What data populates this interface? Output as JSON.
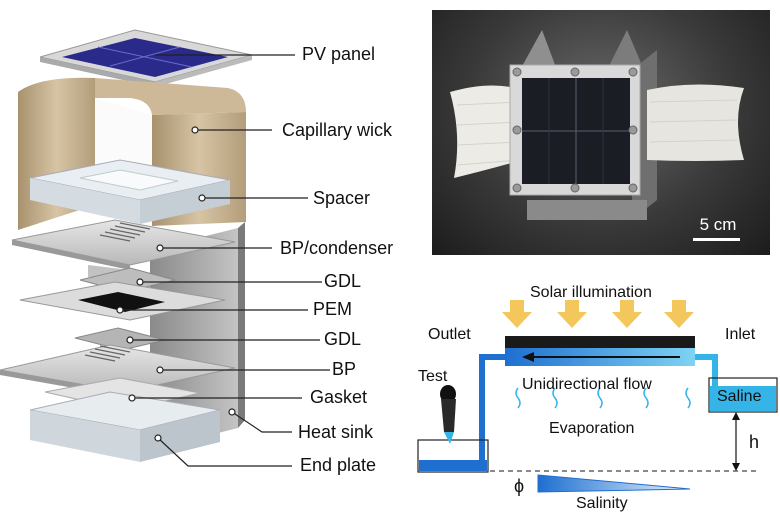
{
  "layer_labels": [
    "PV panel",
    "Capillary wick",
    "Spacer",
    "BP/condenser",
    "GDL",
    "PEM",
    "GDL",
    "BP",
    "Gasket",
    "Heat sink",
    "End plate"
  ],
  "photo": {
    "scale_label": "5 cm"
  },
  "schematic": {
    "solar_label": "Solar illumination",
    "outlet_label": "Outlet",
    "inlet_label": "Inlet",
    "test_label": "Test",
    "flow_label": "Unidirectional flow",
    "saline_label": "Saline",
    "evaporation_label": "Evaporation",
    "h_label": "h",
    "phi_label": "ϕ",
    "salinity_label": "Salinity"
  },
  "colors": {
    "water": "#1e6fd0",
    "water_light": "#35b4e8",
    "sun": "#f3c75b",
    "panel": "#1a1a1a",
    "wick_paper": "#c9b79a"
  }
}
